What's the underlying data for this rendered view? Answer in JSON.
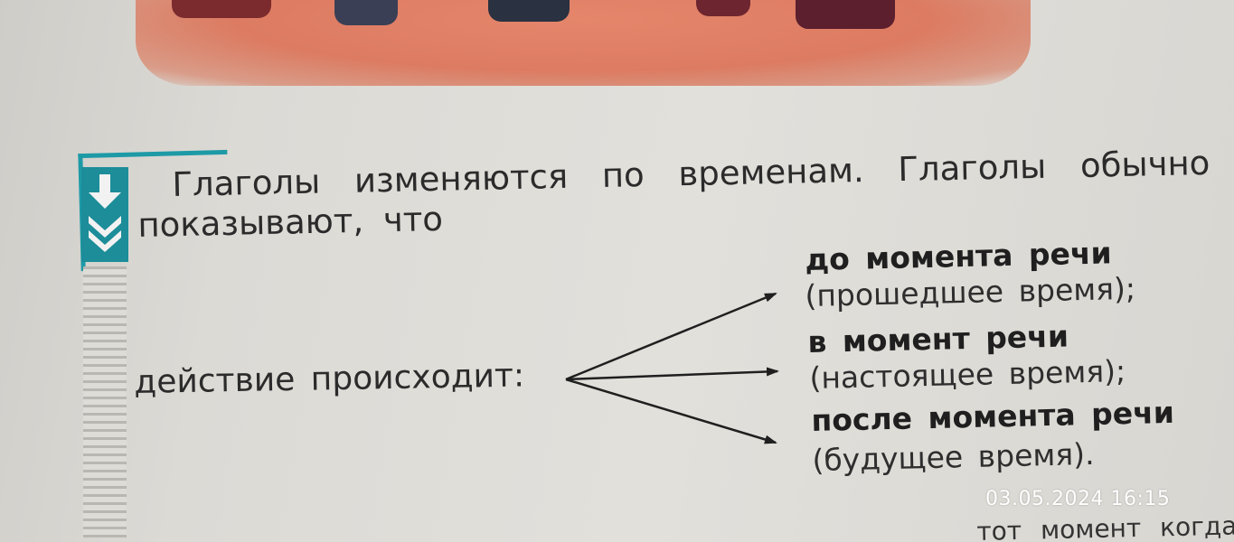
{
  "rule": {
    "line1": "Глаголы изменяются по временам. Глаголы обычно",
    "line2": "показывают, что",
    "lead": "действие происходит:",
    "branches": [
      {
        "bold": "до момента речи",
        "paren": "(прошедшее время);"
      },
      {
        "bold": "в момент речи",
        "paren": "(настоящее время);"
      },
      {
        "bold": "после момента речи",
        "paren": "(будущее время)."
      }
    ]
  },
  "bottom_cut_text": "тот момент когда",
  "timestamp": "03.05.2024  16:15",
  "colors": {
    "accent_teal": "#1c8d99",
    "illustration": "#dc7b62",
    "text": "#2b2b2b",
    "paper": "#e2e0db"
  },
  "icons": [
    "arrow-down-marker-icon"
  ]
}
